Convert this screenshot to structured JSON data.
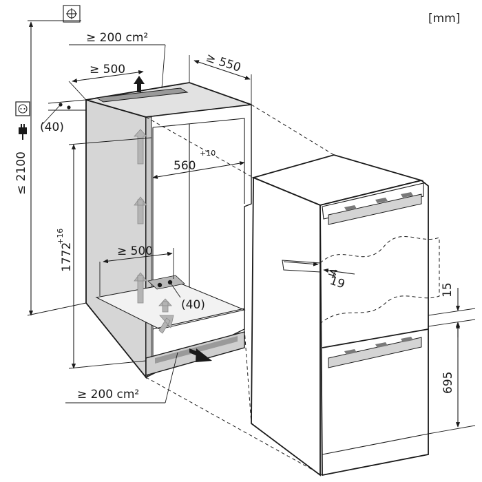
{
  "unit_label": "[mm]",
  "labels": {
    "vent_top_area": "≥ 200 cm²",
    "top_depth": "≥ 500",
    "top_width_depth": "≥ 550",
    "top_gap": "(40)",
    "total_height": "≤ 2100",
    "niche_width": "560",
    "niche_width_tol": "+10",
    "niche_height": "1772",
    "niche_height_tol": "+16",
    "inner_depth": "≥ 500",
    "inner_gap": "(40)",
    "vent_bottom_area": "≥ 200 cm²",
    "door_offset": "19",
    "door_gap": "15",
    "lower_door_height": "695"
  },
  "colors": {
    "cabinet_fill": "#d6d6d6",
    "line": "#1a1a1a",
    "arrow_grey": "#b4b4b4",
    "appliance_fill": "#ffffff"
  },
  "icons": [
    "plumb-target-icon",
    "power-socket-icon",
    "power-plug-icon",
    "airflow-arrow-icon"
  ]
}
